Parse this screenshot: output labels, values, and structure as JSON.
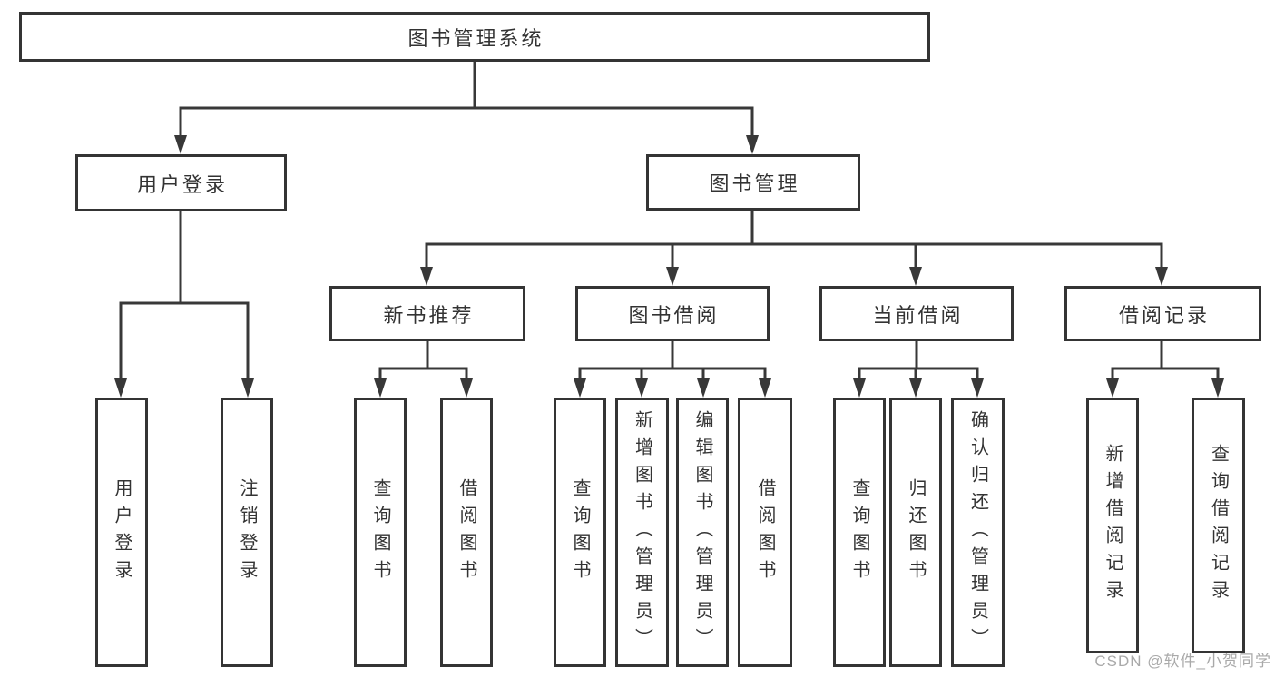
{
  "diagram": {
    "type": "hierarchy-tree",
    "colors": {
      "line": "#383838",
      "box_border": "#343434",
      "box_fill": "#ffffff",
      "text": "#333333",
      "background": "#ffffff",
      "watermark_text": "#a9a9a9"
    },
    "tree": {
      "label": "图书管理系统",
      "children": [
        {
          "label": "用户登录",
          "children": [
            {
              "label": "用户登录"
            },
            {
              "label": "注销登录"
            }
          ]
        },
        {
          "label": "图书管理",
          "children": [
            {
              "label": "新书推荐",
              "children": [
                {
                  "label": "查询图书"
                },
                {
                  "label": "借阅图书"
                }
              ]
            },
            {
              "label": "图书借阅",
              "children": [
                {
                  "label": "查询图书"
                },
                {
                  "label": "新增图书（管理员）"
                },
                {
                  "label": "编辑图书（管理员）"
                },
                {
                  "label": "借阅图书"
                }
              ]
            },
            {
              "label": "当前借阅",
              "children": [
                {
                  "label": "查询图书"
                },
                {
                  "label": "归还图书"
                },
                {
                  "label": "确认归还（管理员）"
                }
              ]
            },
            {
              "label": "借阅记录",
              "children": [
                {
                  "label": "新增借阅记录"
                },
                {
                  "label": "查询借阅记录"
                }
              ]
            }
          ]
        }
      ]
    },
    "watermark": "CSDN @软件_小贺同学"
  }
}
